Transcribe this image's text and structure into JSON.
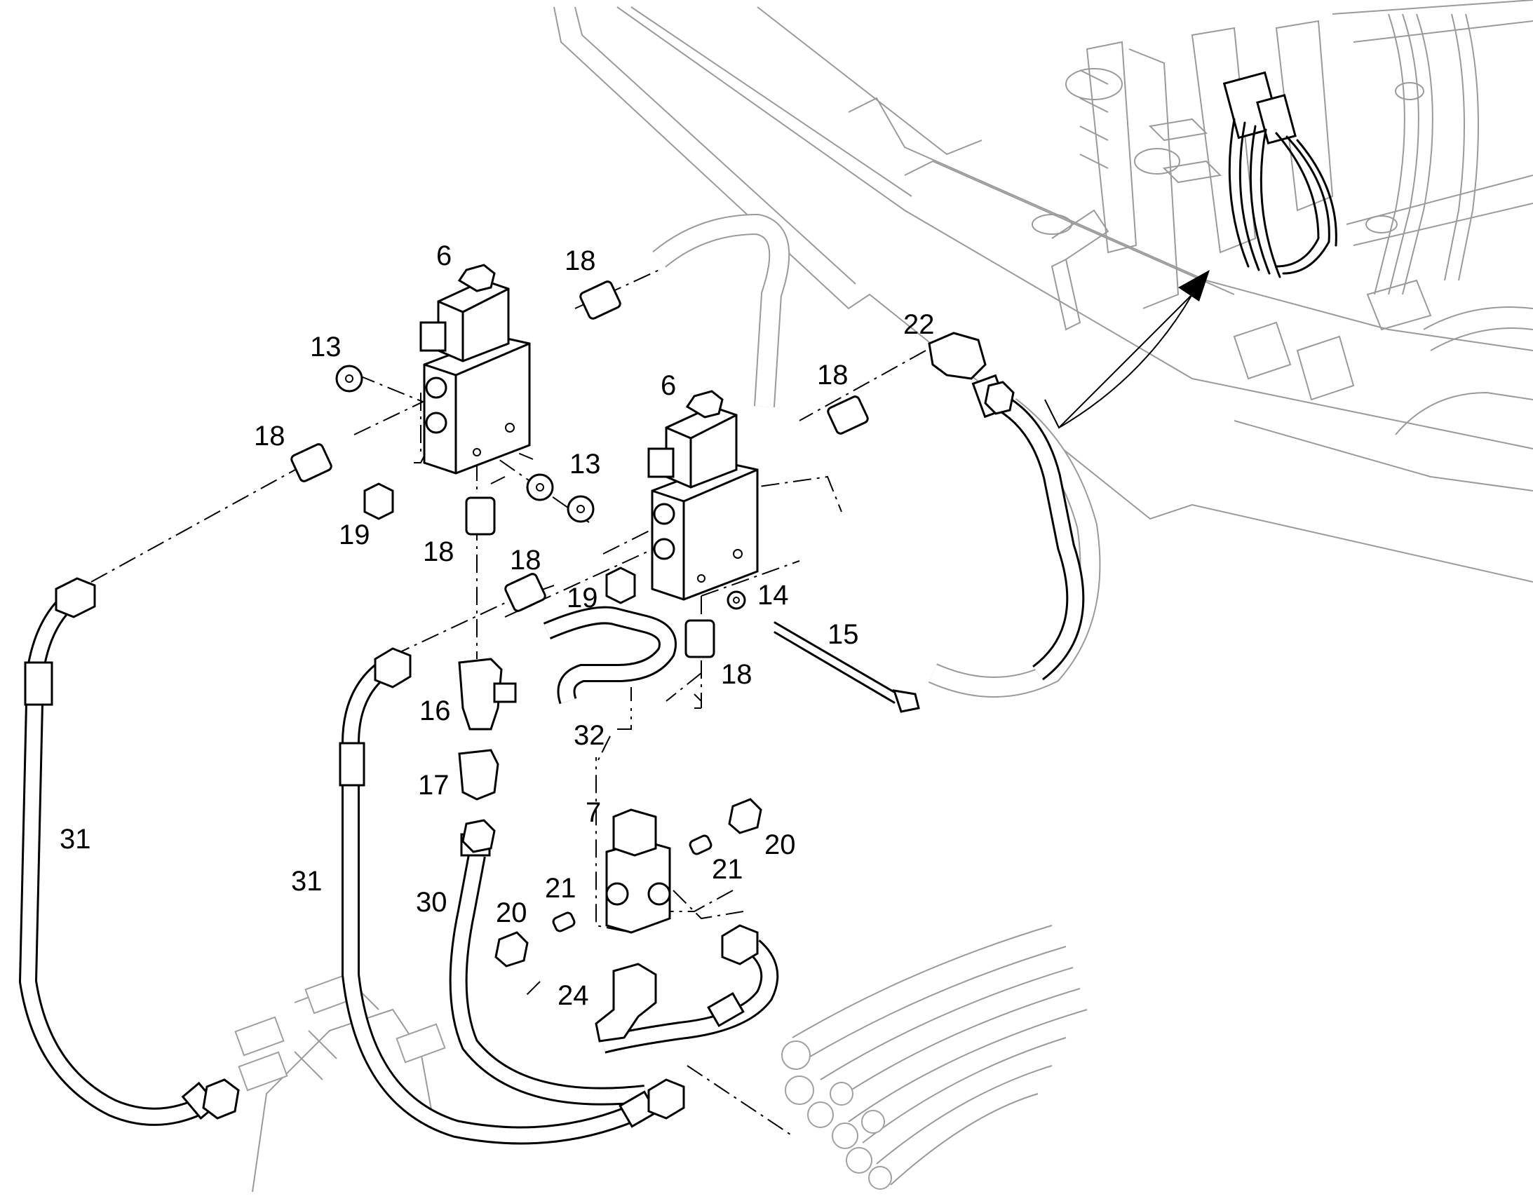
{
  "diagram": {
    "callouts": [
      {
        "id": "c6a",
        "label": "6"
      },
      {
        "id": "c18a",
        "label": "18"
      },
      {
        "id": "c13a",
        "label": "13"
      },
      {
        "id": "c18b",
        "label": "18"
      },
      {
        "id": "c19a",
        "label": "19"
      },
      {
        "id": "c18c",
        "label": "18"
      },
      {
        "id": "c6b",
        "label": "6"
      },
      {
        "id": "c18d",
        "label": "18"
      },
      {
        "id": "c22",
        "label": "22"
      },
      {
        "id": "c13b",
        "label": "13"
      },
      {
        "id": "c18e",
        "label": "18"
      },
      {
        "id": "c19b",
        "label": "19"
      },
      {
        "id": "c14",
        "label": "14"
      },
      {
        "id": "c15",
        "label": "15"
      },
      {
        "id": "c16",
        "label": "16"
      },
      {
        "id": "c18f",
        "label": "18"
      },
      {
        "id": "c32",
        "label": "32"
      },
      {
        "id": "c17",
        "label": "17"
      },
      {
        "id": "c7",
        "label": "7"
      },
      {
        "id": "c31a",
        "label": "31"
      },
      {
        "id": "c31b",
        "label": "31"
      },
      {
        "id": "c30",
        "label": "30"
      },
      {
        "id": "c21a",
        "label": "21"
      },
      {
        "id": "c20a",
        "label": "20"
      },
      {
        "id": "c21b",
        "label": "21"
      },
      {
        "id": "c20b",
        "label": "20"
      },
      {
        "id": "c24",
        "label": "24"
      }
    ]
  }
}
